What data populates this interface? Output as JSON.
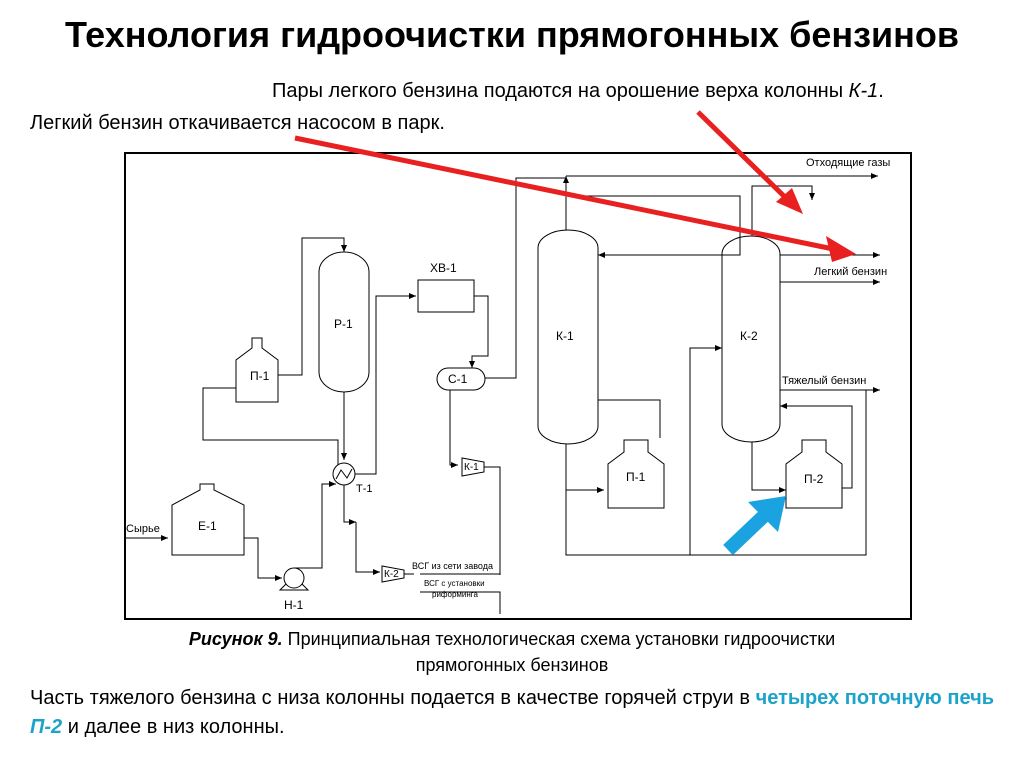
{
  "title": "Технология гидроочистки прямогонных бензинов",
  "note_top": {
    "text": "Пары легкого бензина подаются на орошение верха колонны ",
    "column": "К-1",
    "end": "."
  },
  "note_second": "Легкий бензин откачивается насосом в парк.",
  "diagram": {
    "labels": {
      "off_gases": "Отходящие газы",
      "light_gasoline": "Легкий бензин",
      "heavy_gasoline": "Тяжелый бензин",
      "feed": "Сырье",
      "r1": "Р-1",
      "p1_left": "П-1",
      "xv1": "ХВ-1",
      "s1": "С-1",
      "k1_column": "К-1",
      "k2_column": "К-2",
      "p1_right": "П-1",
      "p2": "П-2",
      "k1_compressor": "К-1",
      "k2_compressor": "К-2",
      "t1": "Т-1",
      "e1": "Е-1",
      "n1": "Н-1",
      "vsg_plant": "ВСГ из сети завода",
      "vsg_reform_1": "ВСГ с установки",
      "vsg_reform_2": "риформинга"
    },
    "arrow_colors": {
      "red": "#e8201f",
      "blue": "#1aa3e0"
    }
  },
  "caption": {
    "figure": "Рисунок 9.",
    "text": " Принципиальная технологическая схема установки гидроочистки",
    "line2": "прямогонных бензинов"
  },
  "bottom": {
    "part1": "Часть тяжелого бензина с низа колонны подается в качестве горячей струи в ",
    "highlight": "четырех поточную печь ",
    "highlight_it": "П-2",
    "part2": " и далее в низ колонны."
  }
}
